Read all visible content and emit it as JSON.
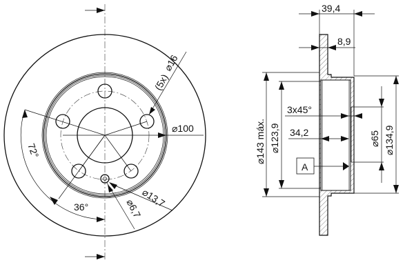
{
  "front_view": {
    "pcd_holes_label": "(5x)",
    "hole_diameter": "⌀16",
    "pcd": "⌀100",
    "angle_72": "72°",
    "angle_36": "36°",
    "small_hole_outer": "⌀13,7",
    "small_hole_inner": "⌀6,7"
  },
  "side_view": {
    "total_height": "39,4",
    "disc_thickness": "8,9",
    "outer_diameter": "⌀143 máx.",
    "hat_inner_diameter": "⌀123,9",
    "chamfer": "3x45°",
    "hat_depth": "34,2",
    "datum": "A",
    "center_bore": "⌀65",
    "hat_outer_diameter": "⌀134,9"
  }
}
